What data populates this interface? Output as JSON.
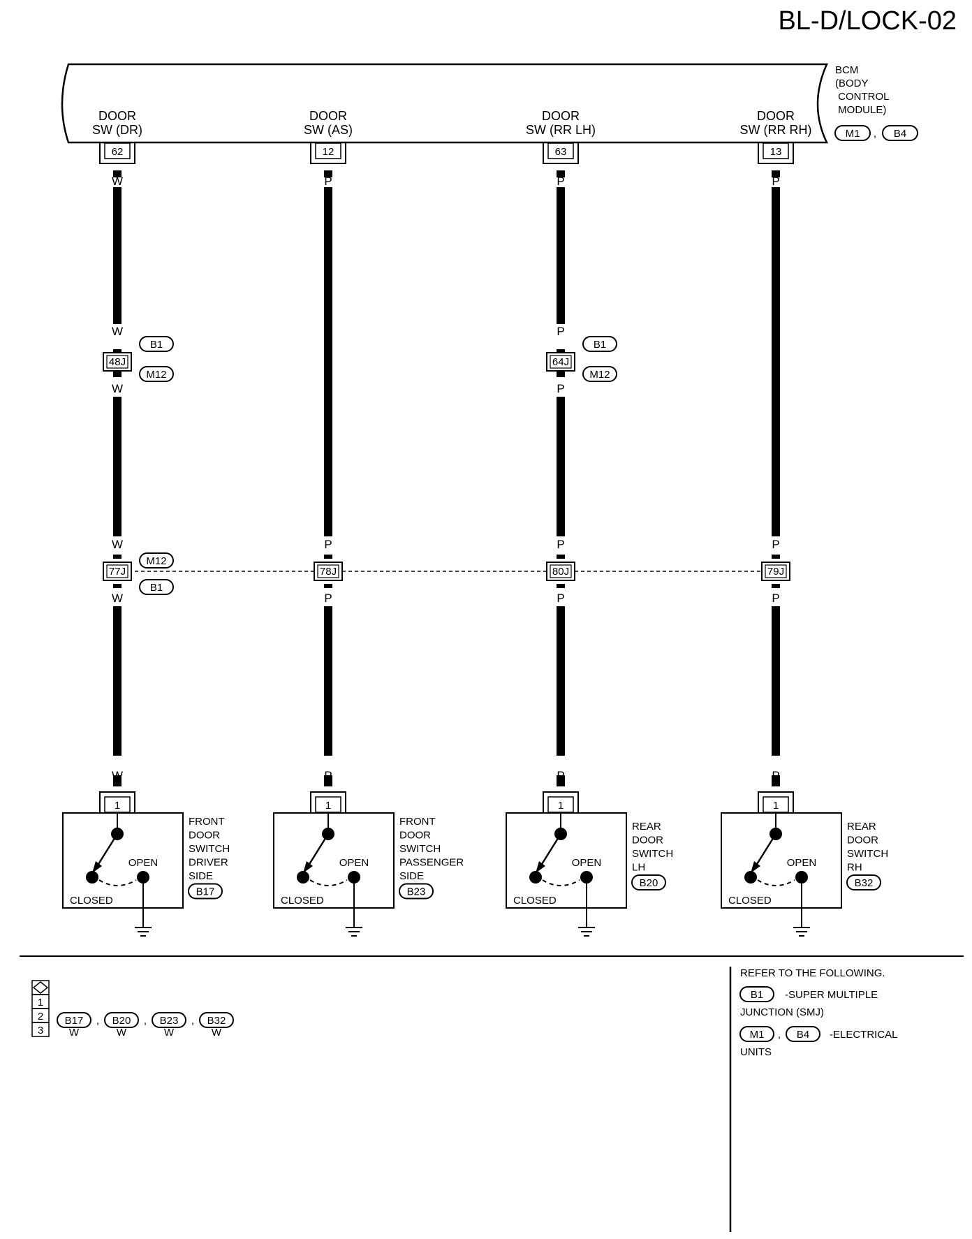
{
  "page_code": "BL-D/LOCK-02",
  "bcm": {
    "label_lines": [
      "BCM",
      "(BODY",
      " CONTROL",
      " MODULE)"
    ],
    "connectors": [
      "M1",
      "B4"
    ],
    "separator": ","
  },
  "circuits": [
    {
      "id": "dr",
      "bcm_label": [
        "DOOR",
        "SW (DR)"
      ],
      "bcm_terminal": "62",
      "wire_color": "W",
      "smj_upper": {
        "terminal": "48J",
        "connectors": [
          "B1",
          "M12"
        ]
      },
      "smj_lower": {
        "terminal": "77J",
        "connectors": [
          "M12",
          "B1"
        ]
      },
      "switch_terminal": "1",
      "switch_label": [
        "FRONT",
        "DOOR",
        "SWITCH",
        "DRIVER",
        "SIDE"
      ],
      "switch_connector": "B17"
    },
    {
      "id": "as",
      "bcm_label": [
        "DOOR",
        "SW (AS)"
      ],
      "bcm_terminal": "12",
      "wire_color": "P",
      "smj_upper": null,
      "smj_lower": {
        "terminal": "78J",
        "connectors": []
      },
      "switch_terminal": "1",
      "switch_label": [
        "FRONT",
        "DOOR",
        "SWITCH",
        "PASSENGER",
        "SIDE"
      ],
      "switch_connector": "B23"
    },
    {
      "id": "rrlh",
      "bcm_label": [
        "DOOR",
        "SW (RR LH)"
      ],
      "bcm_terminal": "63",
      "wire_color": "P",
      "smj_upper": {
        "terminal": "64J",
        "connectors": [
          "B1",
          "M12"
        ]
      },
      "smj_lower": {
        "terminal": "80J",
        "connectors": []
      },
      "switch_terminal": "1",
      "switch_label": [
        "REAR",
        "DOOR",
        "SWITCH",
        "LH"
      ],
      "switch_connector": "B20"
    },
    {
      "id": "rrrh",
      "bcm_label": [
        "DOOR",
        "SW (RR RH)"
      ],
      "bcm_terminal": "13",
      "wire_color": "P",
      "smj_upper": null,
      "smj_lower": {
        "terminal": "79J",
        "connectors": []
      },
      "switch_terminal": "1",
      "switch_label": [
        "REAR",
        "DOOR",
        "SWITCH",
        "RH"
      ],
      "switch_connector": "B32"
    }
  ],
  "switch_states": {
    "open": "OPEN",
    "closed": "CLOSED"
  },
  "connector_table": {
    "rows": [
      "1",
      "2",
      "3"
    ],
    "connectors": [
      "B17",
      "B20",
      "B23",
      "B32"
    ],
    "colors": [
      "W",
      "W",
      "W",
      "W"
    ],
    "separator": ","
  },
  "reference": {
    "heading": "REFER TO THE FOLLOWING.",
    "items": [
      {
        "connectors": [
          "B1"
        ],
        "text_lines": [
          "-SUPER MULTIPLE",
          "JUNCTION (SMJ)"
        ]
      },
      {
        "connectors": [
          "M1",
          "B4"
        ],
        "text_lines": [
          "-ELECTRICAL",
          "UNITS"
        ]
      }
    ]
  },
  "colors": {
    "ink": "#000000",
    "background": "#ffffff"
  }
}
